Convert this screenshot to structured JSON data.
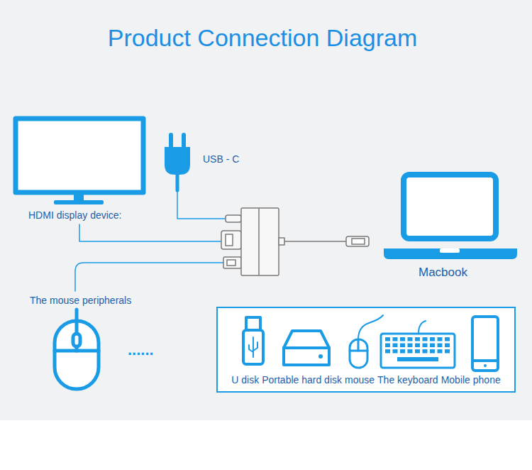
{
  "diagram": {
    "title": "Product Connection Diagram",
    "nodes": [
      {
        "text": [
          "HDMI display device:"
        ]
      },
      {
        "text": [
          "USB - C"
        ]
      },
      {
        "text": [
          "Macbook"
        ]
      },
      {
        "text": [
          "The mouse peripherals"
        ]
      },
      {
        "text": [
          "U disk",
          "Portable hard disk",
          "mouse",
          "The keyboard",
          "Mobile phone"
        ]
      }
    ],
    "labels": [
      "......"
    ]
  }
}
